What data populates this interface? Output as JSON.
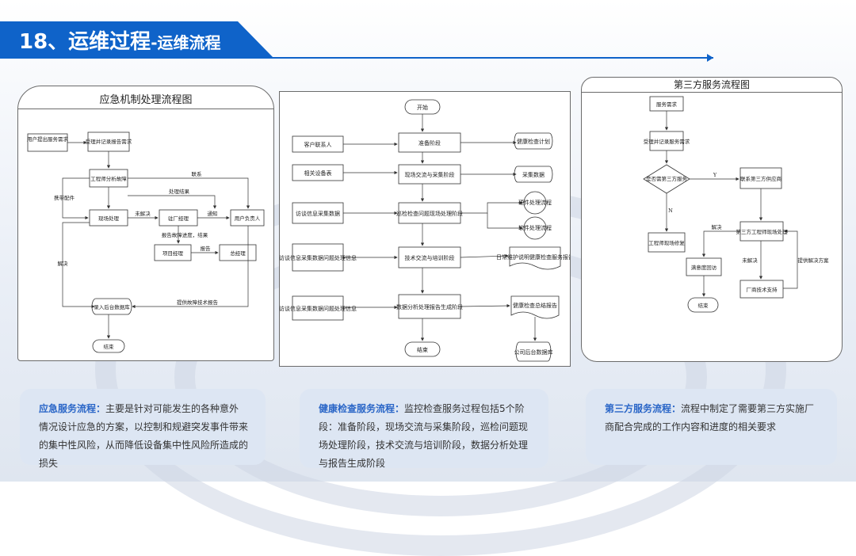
{
  "header": {
    "title_main": "18、运维过程",
    "title_sub": "-运维流程"
  },
  "emergency": {
    "title": "应急机制处理流程图",
    "nodes": {
      "user_request": "用户提出服务需求",
      "accept": "受理并记录报告需求",
      "engineer": "工程师分析故障",
      "onsite": "现场处理",
      "vendor_mgr": "驻厂经理",
      "user_lead": "用户负责人",
      "project_mgr": "项目经理",
      "gm": "总经理",
      "backend_db": "录入后台数据库",
      "end": "结束"
    },
    "labels": {
      "contact": "联系",
      "spare": "携带配件",
      "process_result": "处理结果",
      "unsolved": "未解决",
      "notify": "通知",
      "report": "报告故障进度，结果",
      "report2": "报告",
      "solved": "解决",
      "support": "提供故障技术报告"
    }
  },
  "health": {
    "nodes": {
      "start": "开始",
      "prep": "准备阶段",
      "collect": "现场交流与采集阶段",
      "inspect": "巡检检查问题现场处理阶段",
      "tech": "技术交流与培训阶段",
      "analysis": "数据分析处理报告生成阶段",
      "end": "结束"
    },
    "inputs": {
      "contact": "客户联系人",
      "device_table": "相关设备表",
      "access1": "访谈信息采集数据",
      "access2": "访谈信息采集数据问题处理信息",
      "access3": "访谈信息采集数据问题处理信息"
    },
    "outputs": {
      "plan": "健康检查计划",
      "data": "采集数据",
      "hw": "硬件处理流程",
      "sw": "软件处理流程",
      "doc": "日常维护说明健康检查服务报告",
      "report": "健康检查总结报告",
      "db": "公司后台数据库"
    }
  },
  "third": {
    "title": "第三方服务流程图",
    "nodes": {
      "request": "服务需求",
      "accept": "受理并记录服务需求",
      "decision": "是否需第三方服务",
      "contact_vendor": "联系第三方供应商",
      "engineer_fix": "工程师现场修复",
      "vendor_onsite": "第三方工程师现场处理",
      "satisfaction": "满意度回访",
      "vendor_support": "厂商技术支持",
      "end": "结束"
    },
    "labels": {
      "yes": "Y",
      "no": "N",
      "solved": "解决",
      "unsolved": "未解决",
      "provide": "提供解决方案"
    }
  },
  "cards": [
    {
      "key": "应急服务流程：",
      "text": "主要是针对可能发生的各种意外情况设计应急的方案，以控制和规避突发事件带来的集中性风险，从而降低设备集中性风险所造成的损失"
    },
    {
      "key": "健康检查服务流程：",
      "text": "监控检查服务过程包括5个阶段：准备阶段，现场交流与采集阶段，巡检问题现场处理阶段，技术交流与培训阶段，数据分析处理与报告生成阶段"
    },
    {
      "key": "第三方服务流程：",
      "text": "流程中制定了需要第三方实施厂商配合完成的工作内容和进度的相关要求"
    }
  ],
  "colors": {
    "accent": "#0f63c9",
    "card_bg": "#dde6f3",
    "key_text": "#2a66c7"
  }
}
